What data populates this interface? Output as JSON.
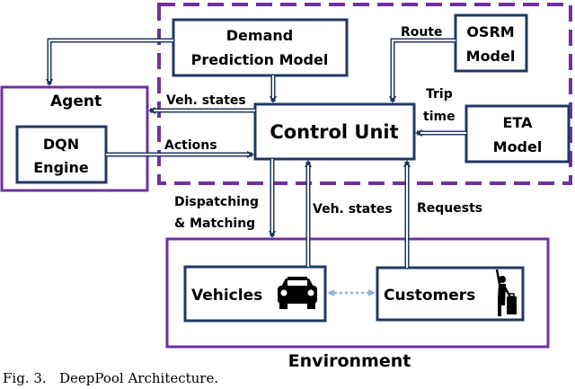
{
  "diagram": {
    "demand_model": [
      "Demand",
      "Prediction Model"
    ],
    "osrm_model": [
      "OSRM",
      "Model"
    ],
    "agent": "Agent",
    "dqn_engine": [
      "DQN",
      "Engine"
    ],
    "control_unit": "Control Unit",
    "eta_model": [
      "ETA",
      "Model"
    ],
    "environment": "Environment",
    "vehicles": "Vehicles",
    "customers": "Customers",
    "edges": {
      "route": "Route",
      "trip_time": [
        "Trip",
        "time"
      ],
      "veh_states_top": "Veh. states",
      "actions": "Actions",
      "dispatching": [
        "Dispatching",
        "& Matching"
      ],
      "veh_states_bottom": "Veh. states",
      "requests": "Requests"
    },
    "caption": "Fig. 3.   DeepPool Architecture."
  },
  "colors": {
    "purple": "#7030a0",
    "navy": "#1f3864",
    "dotted": "#8fb4de"
  }
}
